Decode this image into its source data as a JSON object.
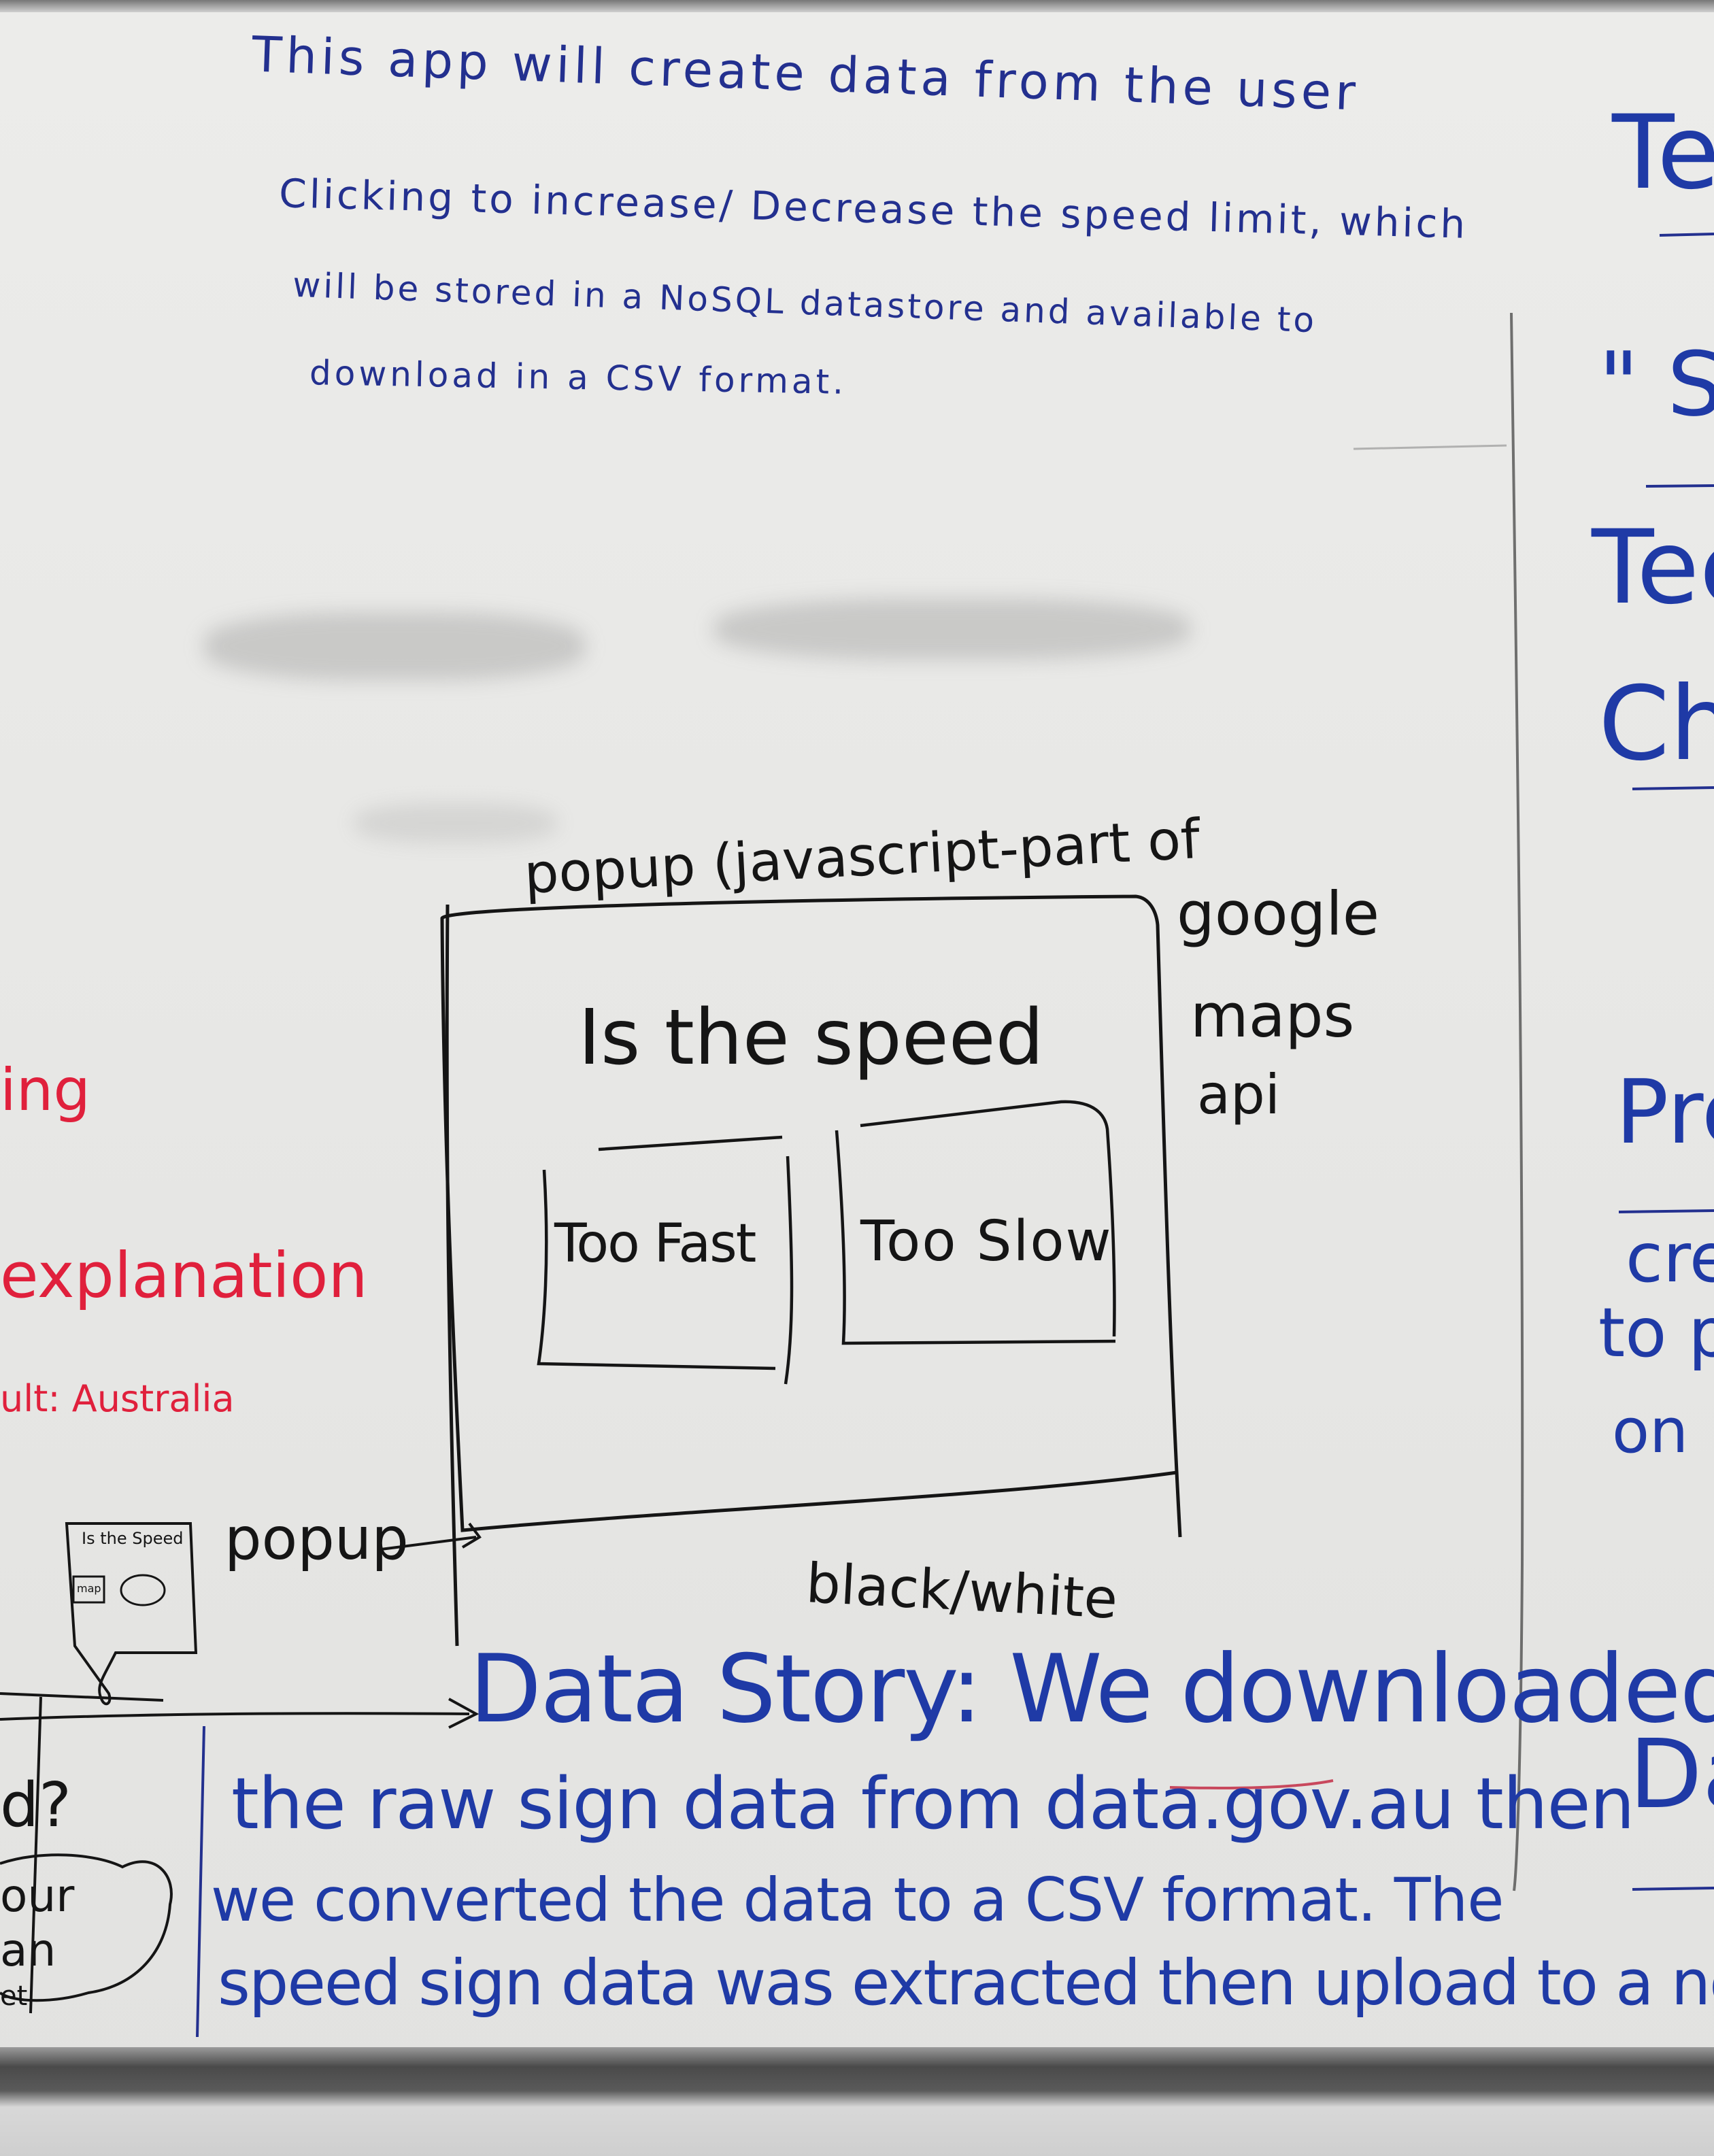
{
  "header_note": {
    "line1": "This app will create data from the user",
    "line2": "Clicking to increase/ Decrease the speed limit, which",
    "line3": "will be stored in a NoSQL datastore and available to",
    "line4": "download in a CSV format."
  },
  "popup_sketch": {
    "label_top": "popup (javascript-part of",
    "label_side_1": "google",
    "label_side_2": "maps",
    "label_side_3": "api",
    "question": "Is the speed",
    "button_fast": "Too Fast",
    "button_slow": "Too Slow",
    "label_bottom": "black/white"
  },
  "small_sketch": {
    "question": "Is the Speed",
    "box_label": "map",
    "arrow_label": "popup"
  },
  "data_story": {
    "title": "Data Story: We downloaded",
    "line1": "the raw sign data from data.gov.au then",
    "line2": "we converted the data to a CSV format. The",
    "line3": "speed sign data was extracted then upload to a nosql"
  },
  "left_red_notes": {
    "ing": "ing",
    "explanation": "explanation",
    "default": "ult: Australia"
  },
  "left_black_notes": {
    "question": "d?",
    "bubble_1": "our",
    "bubble_2": "an",
    "bubble_3": "et"
  },
  "right_edge_notes": {
    "tea": "Tea",
    "s_quote": "\" S",
    "tec": "Tec",
    "ch": "Ch",
    "pro": "Pro",
    "cre": "cre",
    "to_p": "to p",
    "on": "on",
    "da": "Da"
  },
  "colors": {
    "marker_blue": "#23308f",
    "marker_black": "#151515",
    "marker_red": "#e0203c",
    "board": "#e9e9e7"
  }
}
